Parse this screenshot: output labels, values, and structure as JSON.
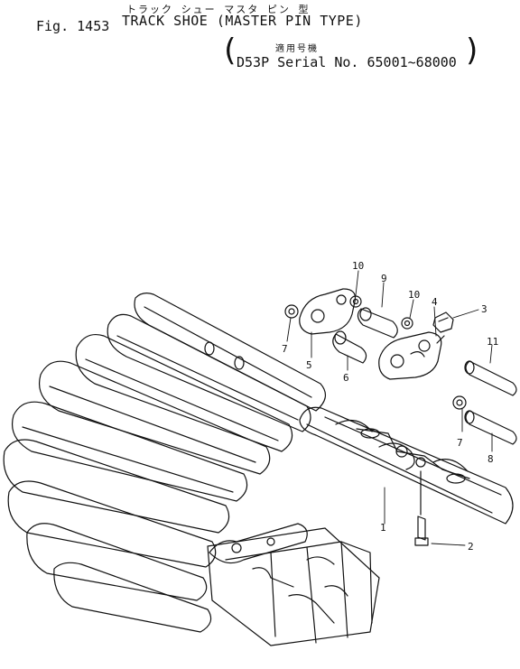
{
  "figure": {
    "number": "Fig. 1453",
    "title_jp": "トラック シュー  マスタ  ピン  型",
    "title_en": "TRACK SHOE (MASTER PIN TYPE)",
    "serial_jp": "適用号機",
    "serial_en": "D53P Serial No. 65001~68000"
  },
  "callouts": [
    "1",
    "2",
    "3",
    "4",
    "5",
    "6",
    "7",
    "7",
    "8",
    "9",
    "10",
    "10",
    "11"
  ]
}
